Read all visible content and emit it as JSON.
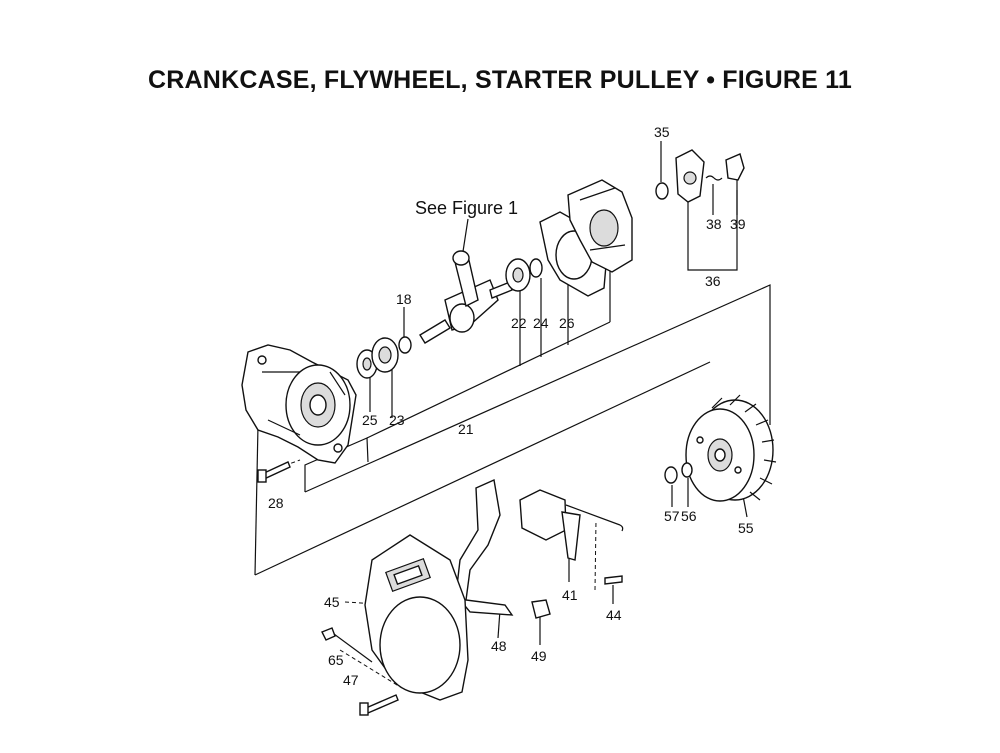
{
  "title": "CRANKCASE, FLYWHEEL, STARTER PULLEY  •  FIGURE 11",
  "note": "See Figure 1",
  "callouts": {
    "c18": "18",
    "c21": "21",
    "c22": "22",
    "c23": "23",
    "c24": "24",
    "c25": "25",
    "c26": "26",
    "c28": "28",
    "c35": "35",
    "c36": "36",
    "c38": "38",
    "c39": "39",
    "c41": "41",
    "c44": "44",
    "c45": "45",
    "c47": "47",
    "c48": "48",
    "c49": "49",
    "c55": "55",
    "c56": "56",
    "c57": "57",
    "c65": "65"
  }
}
